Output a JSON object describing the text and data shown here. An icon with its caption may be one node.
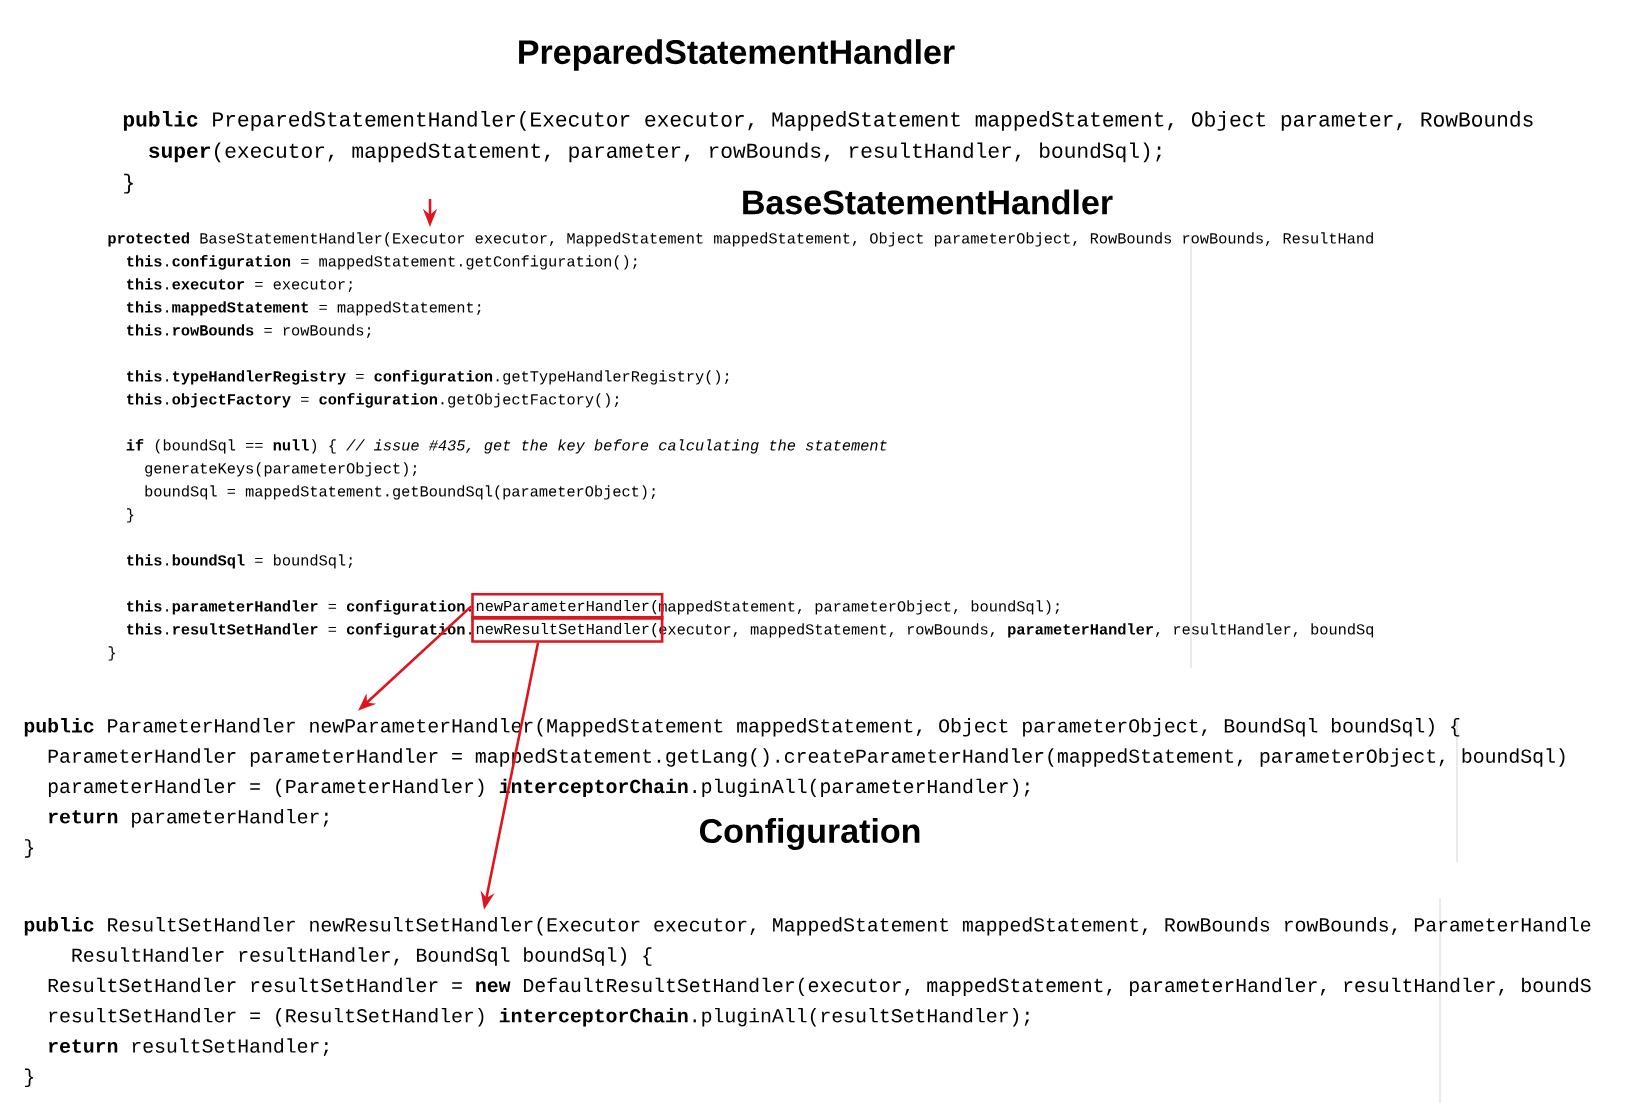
{
  "diagram": {
    "nodes": [
      {
        "text": [
          "PreparedStatementHandler",
          "**public** PreparedStatementHandler(Executor executor, MappedStatement mappedStatement, Object parameter, RowBounds",
          "**super**(executor, mappedStatement, parameter, rowBounds, resultHandler, boundSql);",
          "}"
        ]
      },
      {
        "text": [
          "BaseStatementHandler",
          "**protected** BaseStatementHandler(Executor executor, MappedStatement mappedStatement, Object parameterObject, RowBounds rowBounds, ResultHand",
          "**this**.**configuration** = mappedStatement.getConfiguration();",
          "**this**.**executor** = executor;",
          "**this**.**mappedStatement** = mappedStatement;",
          "**this**.**rowBounds** = rowBounds;",
          "**this**.**typeHandlerRegistry** = **configuration**.getTypeHandlerRegistry();",
          "**this**.**objectFactory** = **configuration**.getObjectFactory();",
          "**if** (boundSql == **null**) { *// issue #435, get the key before calculating the statement*",
          "generateKeys(parameterObject);",
          "boundSql = mappedStatement.getBoundSql(parameterObject);",
          "}",
          "**this**.**boundSql** = boundSql;",
          "**this**.**parameterHandler** = **configuration**.",
          "mappedStatement, parameterObject, boundSql);",
          "**this**.**resultSetHandler** = **configuration**.",
          "executor, mappedStatement, rowBounds, **parameterHandler**, resultHandler, boundSq",
          "}"
        ]
      },
      {
        "text": [
          "newParameterHandler("
        ],
        "in": 1
      },
      {
        "text": [
          "newResultSetHandler("
        ],
        "in": 1
      },
      {
        "text": [
          "**public** ParameterHandler newParameterHandler(MappedStatement mappedStatement, Object parameterObject, BoundSql boundSql) {",
          "ParameterHandler parameterHandler = mappedStatement.getLang().createParameterHandler(mappedStatement, parameterObject, boundSql)",
          "parameterHandler = (ParameterHandler) **interceptorChain**.pluginAll(parameterHandler);",
          "**return** parameterHandler;",
          "}"
        ]
      },
      {
        "text": [
          "**public** ResultSetHandler newResultSetHandler(Executor executor, MappedStatement mappedStatement, RowBounds rowBounds, ParameterHandle",
          "ResultHandler resultHandler, BoundSql boundSql) {",
          "ResultSetHandler resultSetHandler = **new** DefaultResultSetHandler(executor, mappedStatement, parameterHandler, resultHandler, boundS",
          "resultSetHandler = (ResultSetHandler) **interceptorChain**.pluginAll(resultSetHandler);",
          "**return** resultSetHandler;",
          "}"
        ]
      }
    ],
    "edges": [
      {
        "from": 0,
        "to": 1,
        "arrow": "to"
      },
      {
        "from": 2,
        "to": 4,
        "arrow": "to"
      },
      {
        "from": 3,
        "to": 5,
        "arrow": "to"
      }
    ],
    "labels": [
      "Configuration"
    ]
  }
}
